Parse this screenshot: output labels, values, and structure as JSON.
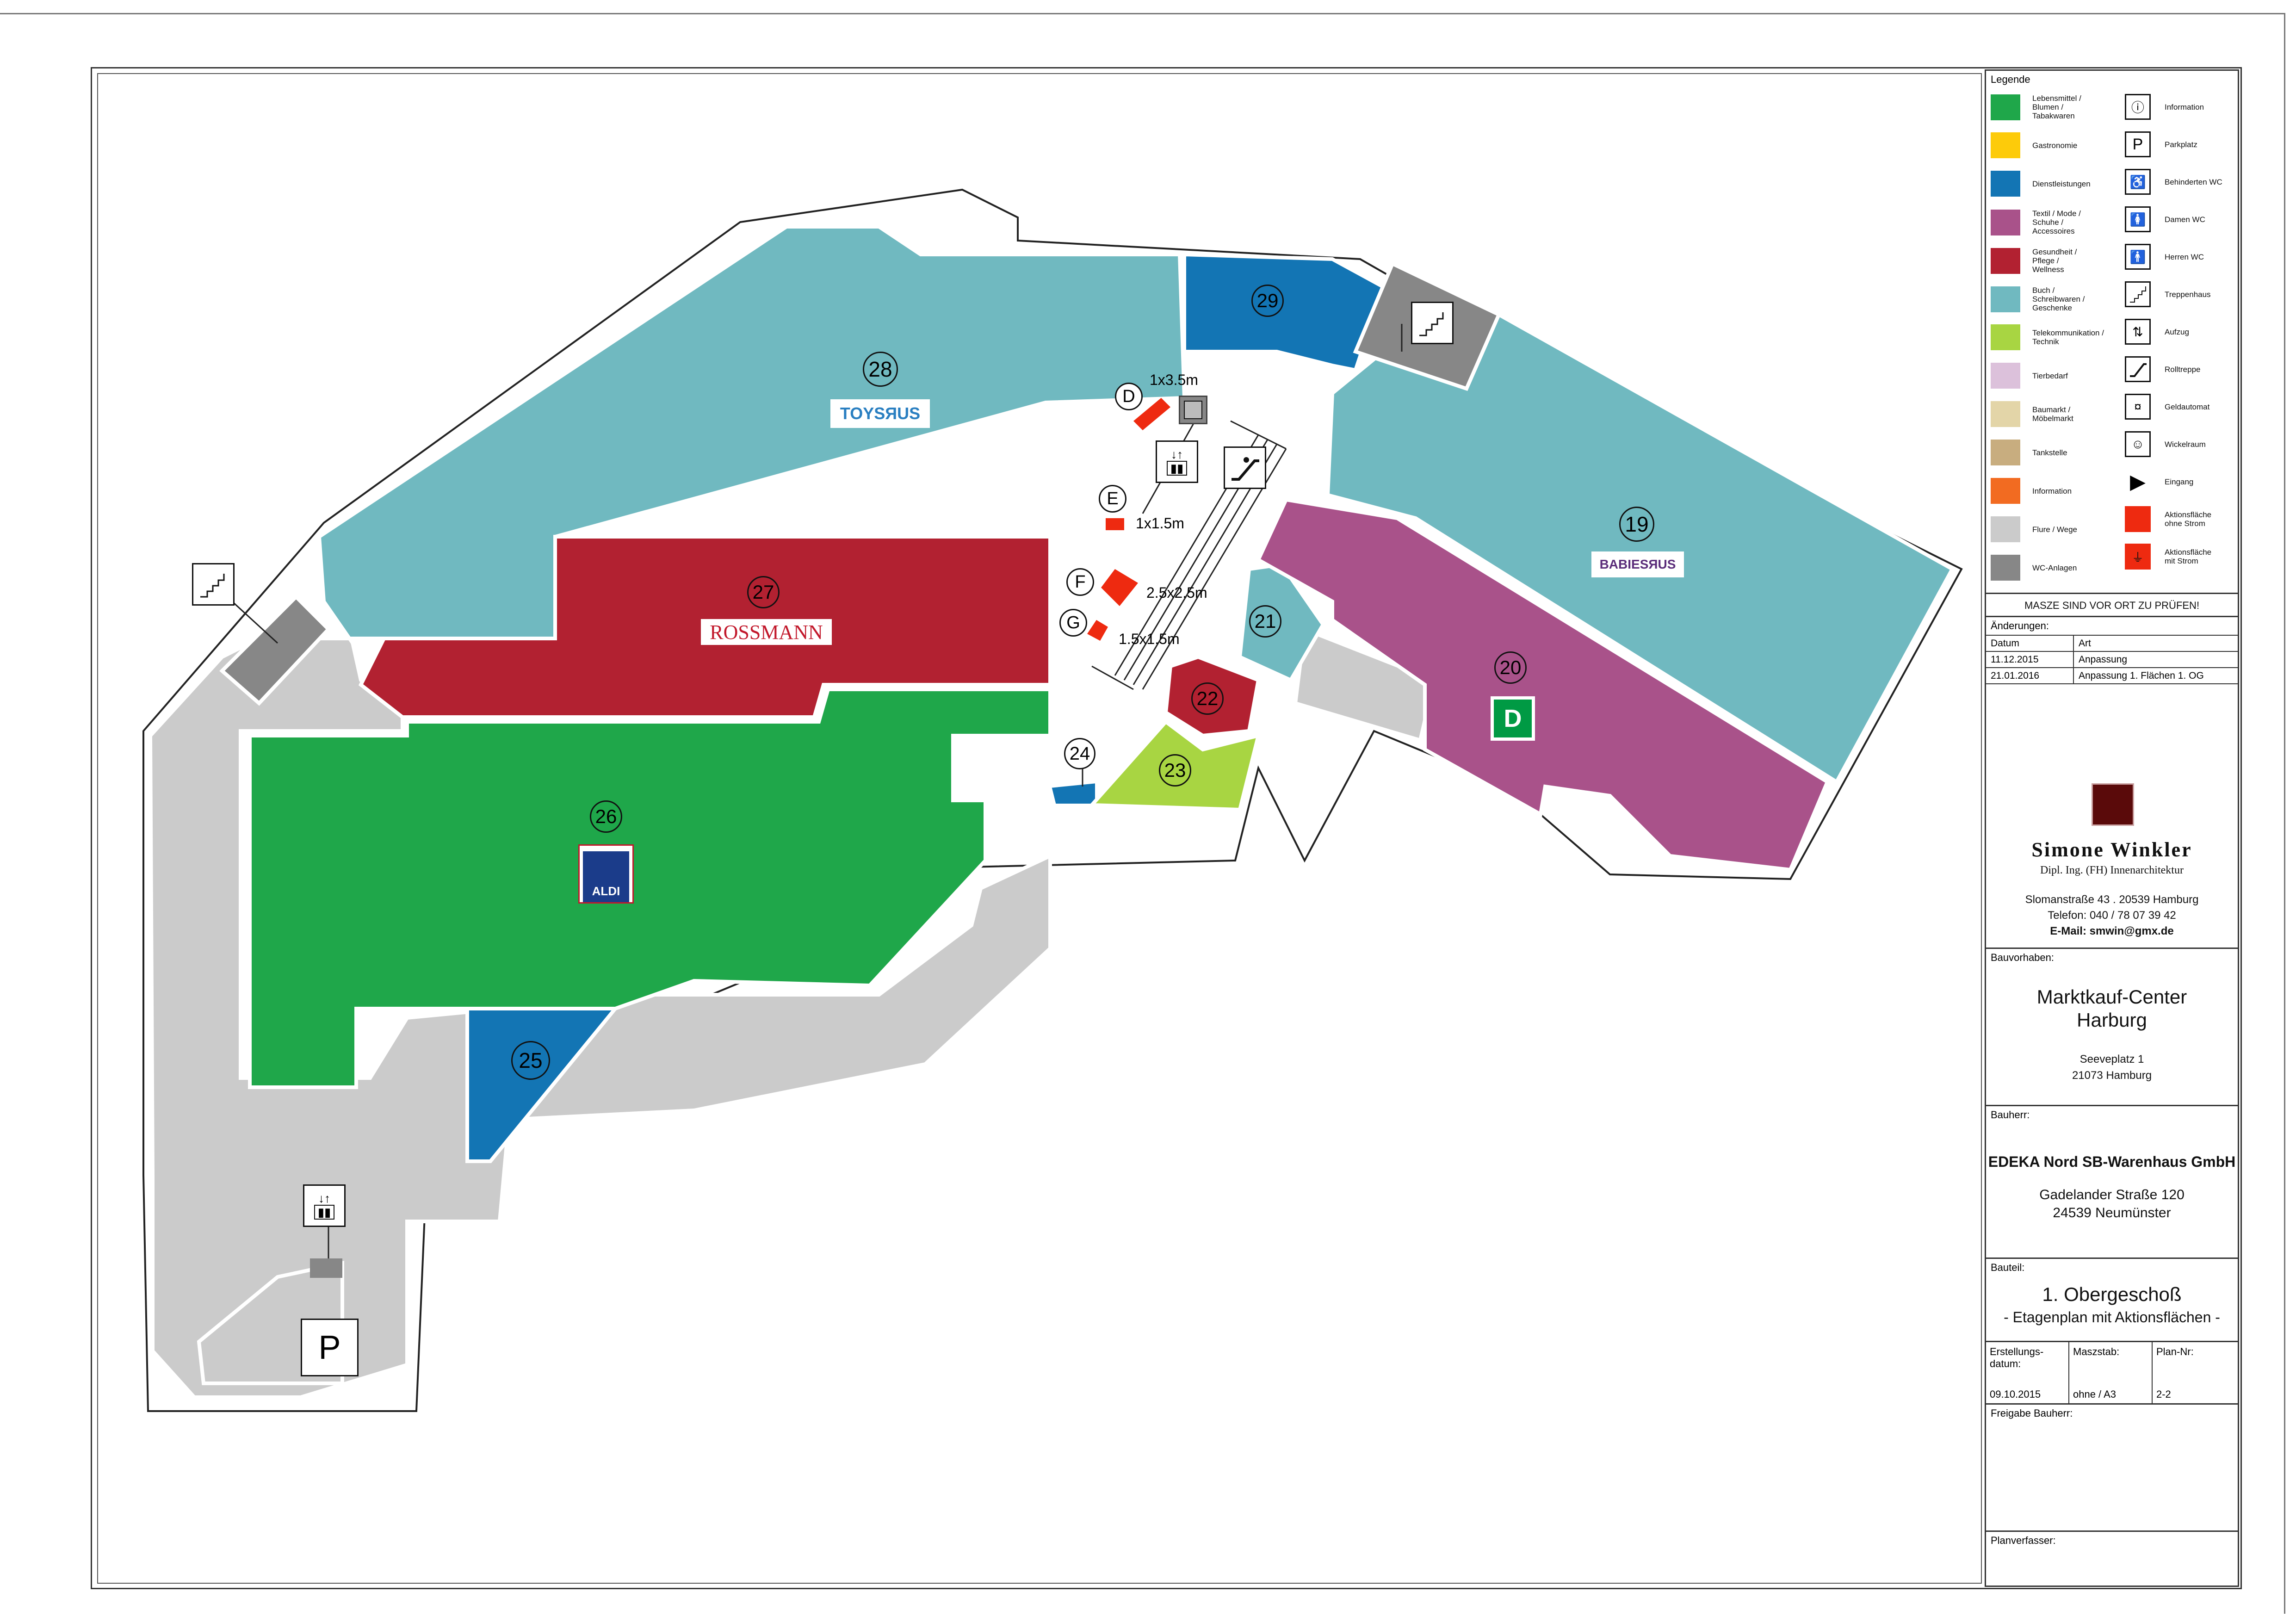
{
  "units": [
    {
      "no": "28",
      "brand": "TOYSЯUS",
      "color": "#70b9c0"
    },
    {
      "no": "29",
      "brand": "",
      "color": "#1375b4"
    },
    {
      "no": "27",
      "brand": "ROSSMANN",
      "color": "#b22131"
    },
    {
      "no": "26",
      "brand": "ALDI",
      "color": "#1fa74a"
    },
    {
      "no": "25",
      "brand": "",
      "color": "#1375b4"
    },
    {
      "no": "24",
      "brand": "",
      "color": "#1375b4"
    },
    {
      "no": "23",
      "brand": "",
      "color": "#a8d542"
    },
    {
      "no": "22",
      "brand": "",
      "color": "#b22131"
    },
    {
      "no": "21",
      "brand": "",
      "color": "#70b9c0"
    },
    {
      "no": "20",
      "brand": "D",
      "color": "#a9528a"
    },
    {
      "no": "19",
      "brand": "BABIESЯUS",
      "color": "#70b9c0"
    }
  ],
  "action_areas": [
    {
      "letter": "D",
      "size": "1x3.5m"
    },
    {
      "letter": "E",
      "size": "1x1.5m"
    },
    {
      "letter": "F",
      "size": "2.5x2.5m"
    },
    {
      "letter": "G",
      "size": "1.5x1.5m"
    }
  ],
  "map_icons": {
    "parking": "P",
    "stairs": "stairs-icon",
    "elevator": "elevator-icon",
    "escalator": "escalator-icon"
  },
  "legend": {
    "title": "Legende",
    "categories": [
      {
        "label": "Lebensmittel /\nBlumen /\nTabakwaren",
        "color": "#1fa74a"
      },
      {
        "label": "Gastronomie",
        "color": "#fdcb0a"
      },
      {
        "label": "Dienstleistungen",
        "color": "#1375b4"
      },
      {
        "label": "Textil / Mode /\nSchuhe /\nAccessoires",
        "color": "#a9528a"
      },
      {
        "label": "Gesundheit /\nPflege /\nWellness",
        "color": "#b22131"
      },
      {
        "label": "Buch /\nSchreibwaren /\nGeschenke",
        "color": "#70b9c0"
      },
      {
        "label": "Telekommunikation /\nTechnik",
        "color": "#a8d542"
      },
      {
        "label": "Tierbedarf",
        "color": "#dcc1db"
      },
      {
        "label": "Baumarkt /\nMöbelmarkt",
        "color": "#e3d5a8"
      },
      {
        "label": "Tankstelle",
        "color": "#c8ad7f"
      },
      {
        "label": "Information",
        "color": "#f26b21"
      },
      {
        "label": "Flure / Wege",
        "color": "#cbcbcb"
      },
      {
        "label": "WC-Anlagen",
        "color": "#878787"
      }
    ],
    "symbols": [
      {
        "label": "Information",
        "icon": "info-icon",
        "glyph": "ⓘ"
      },
      {
        "label": "Parkplatz",
        "icon": "parking-icon",
        "glyph": "P"
      },
      {
        "label": "Behinderten WC",
        "icon": "wheelchair-wc-icon",
        "glyph": "♿"
      },
      {
        "label": "Damen WC",
        "icon": "ladies-wc-icon",
        "glyph": "🚺"
      },
      {
        "label": "Herren WC",
        "icon": "mens-wc-icon",
        "glyph": "🚹"
      },
      {
        "label": "Treppenhaus",
        "icon": "stairs-icon",
        "glyph": ""
      },
      {
        "label": "Aufzug",
        "icon": "elevator-icon",
        "glyph": "⇅"
      },
      {
        "label": "Rolltreppe",
        "icon": "escalator-icon",
        "glyph": ""
      },
      {
        "label": "Geldautomat",
        "icon": "atm-icon",
        "glyph": "¤"
      },
      {
        "label": "Wickelraum",
        "icon": "baby-changing-icon",
        "glyph": "☺"
      },
      {
        "label": "Eingang",
        "icon": "entrance-icon",
        "glyph": "▶"
      },
      {
        "label": "Aktionsfläche\nohne Strom",
        "icon": "action-area-icon",
        "glyph": ""
      },
      {
        "label": "Aktionsfläche\nmit Strom",
        "icon": "action-area-power-icon",
        "glyph": "⏚"
      }
    ]
  },
  "notice": "MASZE SIND VOR ORT ZU PRÜFEN!",
  "changes": {
    "title": "Änderungen:",
    "headers": [
      "Datum",
      "Art"
    ],
    "rows": [
      [
        "11.12.2015",
        "Anpassung"
      ],
      [
        "21.01.2016",
        "Anpassung 1. Flächen 1. OG"
      ]
    ]
  },
  "firm": {
    "name": "Simone Winkler",
    "title": "Dipl. Ing. (FH) Innenarchitektur",
    "address": "Slomanstraße 43 . 20539 Hamburg",
    "phone": "Telefon: 040 / 78 07 39 42",
    "email": "E-Mail: smwin@gmx.de",
    "logo_color": "#5a0a0a"
  },
  "project": {
    "label": "Bauvorhaben:",
    "name1": "Marktkauf-Center",
    "name2": "Harburg",
    "street": "Seeveplatz 1",
    "city": "21073 Hamburg"
  },
  "client": {
    "label": "Bauherr:",
    "name": "EDEKA Nord SB-Warenhaus GmbH",
    "street": "Gadelander Straße 120",
    "city": "24539 Neumünster"
  },
  "part": {
    "label": "Bauteil:",
    "name": "1. Obergeschoß",
    "sub": "- Etagenplan mit Aktionsflächen -"
  },
  "meta": {
    "created_label": "Erstellungs-\ndatum:",
    "created_value": "09.10.2015",
    "scale_label": "Maszstab:",
    "scale_value": "ohne / A3",
    "plan_label": "Plan-Nr:",
    "plan_value": "2-2"
  },
  "approval_label": "Freigabe Bauherr:",
  "planner_label": "Planverfasser:"
}
